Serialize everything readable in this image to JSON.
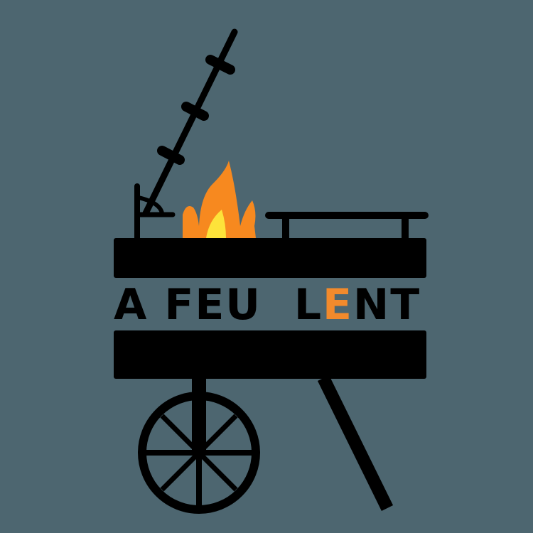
{
  "logo": {
    "title_words": [
      "A",
      "FEU",
      "L",
      "E",
      "NT"
    ],
    "title_full": "A FEU LENT",
    "accent_letter": "E",
    "colors": {
      "background": "#4d6670",
      "ink": "#000000",
      "flame_outer": "#f7891f",
      "flame_inner": "#fde33a",
      "accent": "#f28a2c"
    },
    "icons": [
      "spit-rod",
      "flame",
      "grill-rail",
      "cart-wheel",
      "cart-leg"
    ]
  }
}
